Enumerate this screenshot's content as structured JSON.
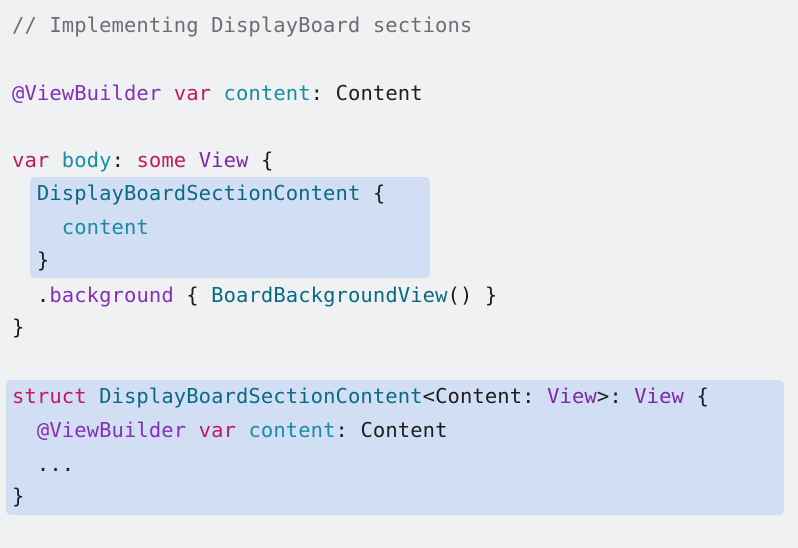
{
  "code": {
    "comment": "// Implementing DisplayBoard sections",
    "line_viewbuilder": {
      "attr": "@ViewBuilder",
      "kw": "var",
      "name": "content",
      "colon": ":",
      "type": "Content"
    },
    "line_body": {
      "kw": "var",
      "name": "body",
      "colon": ":",
      "some": "some",
      "type": "View",
      "brace": "{"
    },
    "line_section_open": {
      "type": "DisplayBoardSectionContent",
      "brace": "{"
    },
    "line_content_ref": {
      "name": "content"
    },
    "line_section_close": {
      "brace": "}"
    },
    "line_background": {
      "dot": ".",
      "method": "background",
      "brace_open": "{",
      "type": "BoardBackgroundView",
      "call": "()",
      "brace_close": "}"
    },
    "line_body_close": {
      "brace": "}"
    },
    "line_struct": {
      "kw": "struct",
      "type": "DisplayBoardSectionContent",
      "generic_open": "<",
      "generic_name": "Content",
      "generic_colon": ":",
      "generic_type": "View",
      "generic_close": ">",
      "colon": ":",
      "conform": "View",
      "brace": "{"
    },
    "line_struct_prop": {
      "attr": "@ViewBuilder",
      "kw": "var",
      "name": "content",
      "colon": ":",
      "type": "Content"
    },
    "line_ellipsis": {
      "text": "..."
    },
    "line_struct_close": {
      "brace": "}"
    }
  },
  "colors": {
    "background": "#f0f1f3",
    "highlight": "#d2def3",
    "comment": "#6d6d72",
    "keyword": "#c3195d",
    "attribute": "#8431b6",
    "property": "#1a8ca3",
    "type": "#0a6a86",
    "type_purple": "#7f27a8",
    "plain": "#1d1d1f"
  }
}
